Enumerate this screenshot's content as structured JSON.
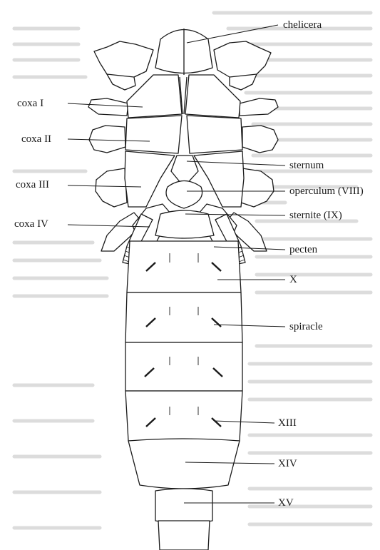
{
  "labels": {
    "chelicera": "chelicera",
    "coxa_1": "coxa I",
    "coxa_2": "coxa II",
    "coxa_3": "coxa III",
    "coxa_4": "coxa IV",
    "sternum": "sternum",
    "operculum": "operculum (VIII)",
    "sternite": "sternite (IX)",
    "pecten": "pecten",
    "seg_x": "X",
    "spiracle": "spiracle",
    "seg_xiii": "XIII",
    "seg_xiv": "XIV",
    "seg_xv": "XV"
  },
  "colors": {
    "ink": "#1a1a1a",
    "paper": "#ffffff",
    "faint_text": "#d4d4d4"
  }
}
